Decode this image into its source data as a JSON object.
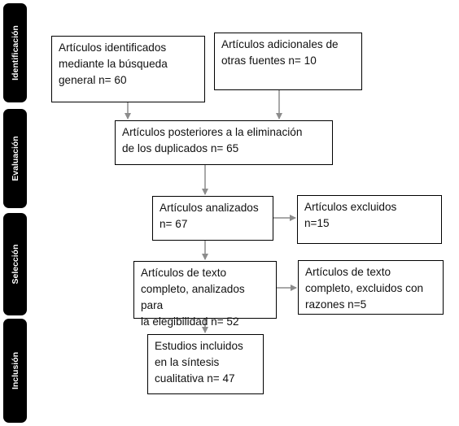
{
  "phases": {
    "identificacion": "Identificación",
    "evaluacion": "Evaluación",
    "seleccion": "Selección",
    "inclusion": "Inclusión"
  },
  "boxes": {
    "identified": "Artículos identificados\nmediante la búsqueda\ngeneral n= 60",
    "additional": "Artículos adicionales de\notras fuentes n= 10",
    "after_duplicates": "Artículos posteriores a la eliminación\nde los duplicados n= 65",
    "analyzed": "Artículos analizados\nn= 67",
    "excluded": "Artículos excluidos\nn=15",
    "full_text": "Artículos de texto\ncompleto, analizados para\nla elegibilidad n= 52",
    "full_text_excluded": "Artículos de texto\ncompleto, excluidos con\nrazones n=5",
    "included": "Estudios incluidos\nen la síntesis\ncualitativa n= 47"
  }
}
